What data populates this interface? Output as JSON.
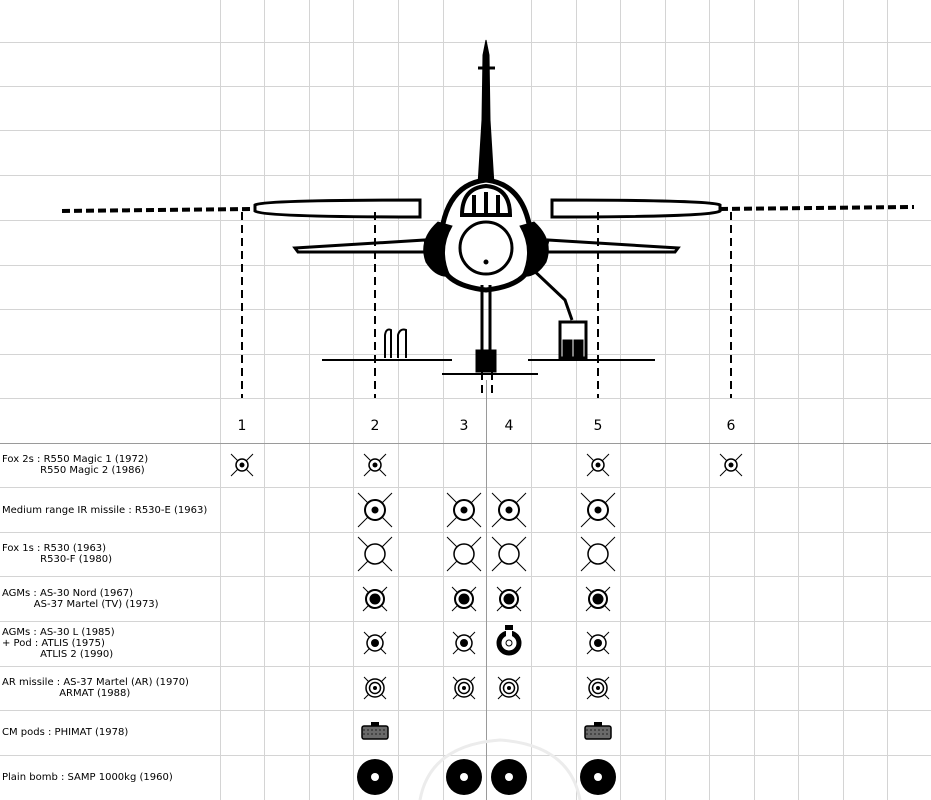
{
  "stations": [
    "1",
    "2",
    "3",
    "4",
    "5",
    "6"
  ],
  "rows": [
    {
      "lines": [
        "Fox 2s : R550 Magic 1 (1972)",
        "            R550 Magic 2 (1986)"
      ],
      "symbol": "small-dot-target-icon",
      "stations": [
        "1",
        "2",
        "5",
        "6"
      ]
    },
    {
      "lines": [
        "Medium range IR missile : R530-E (1963)"
      ],
      "symbol": "dot-target-icon",
      "stations": [
        "2",
        "3",
        "4",
        "5"
      ]
    },
    {
      "lines": [
        "Fox 1s : R530 (1963)",
        "            R530-F (1980)"
      ],
      "symbol": "open-target-icon",
      "stations": [
        "2",
        "3",
        "4",
        "5"
      ]
    },
    {
      "lines": [
        "AGMs : AS-30 Nord (1967)",
        "          AS-37 Martel (TV) (1973)"
      ],
      "symbol": "filled-target-icon",
      "stations": [
        "2",
        "3",
        "4",
        "5"
      ]
    },
    {
      "lines": [
        "AGMs : AS-30 L (1985)",
        "+ Pod : ATLIS (1975)",
        "            ATLIS 2 (1990)"
      ],
      "symbol": "small-filled-target-icon",
      "pod_symbol": "atlis-pod-icon",
      "pod_station": "4",
      "stations": [
        "2",
        "3",
        "5"
      ]
    },
    {
      "lines": [
        "AR missile : AS-37 Martel (AR) (1970)",
        "                  ARMAT (1988)"
      ],
      "symbol": "ring-target-icon",
      "stations": [
        "2",
        "3",
        "4",
        "5"
      ]
    },
    {
      "lines": [
        "CM pods : PHIMAT (1978)"
      ],
      "symbol": "pod-icon",
      "stations": [
        "2",
        "5"
      ]
    },
    {
      "lines": [
        "Plain bomb : SAMP 1000kg (1960)"
      ],
      "symbol": "bomb-icon",
      "stations": [
        "2",
        "3",
        "4",
        "5"
      ]
    }
  ]
}
